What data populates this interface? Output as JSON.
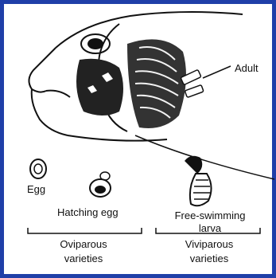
{
  "diagram": {
    "labels": {
      "adult": "Adult",
      "egg": "Egg",
      "hatching_egg": "Hatching egg",
      "free_swimming_larva_line1": "Free-swimming",
      "free_swimming_larva_line2": "larva",
      "oviparous_line1": "Oviparous",
      "oviparous_line2": "varieties",
      "viviparous_line1": "Viviparous",
      "viviparous_line2": "varieties"
    },
    "colors": {
      "frame": "#1f3fa8",
      "ink": "#111111"
    }
  }
}
